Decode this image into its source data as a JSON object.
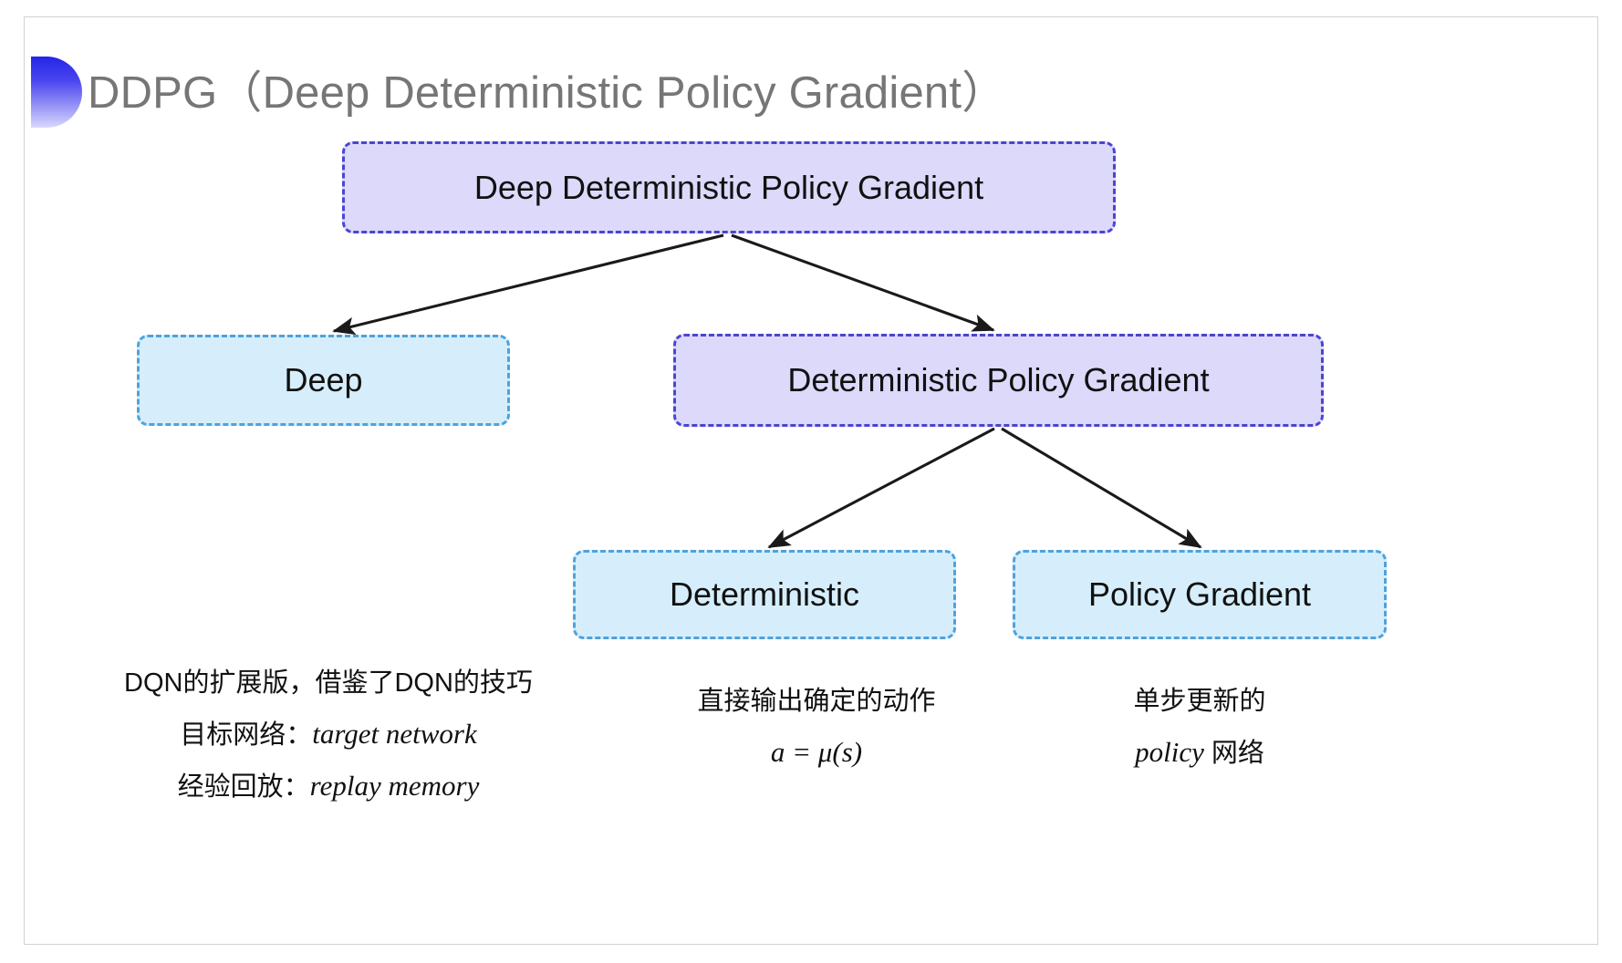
{
  "slide": {
    "title": "DDPG（Deep Deterministic Policy Gradient）",
    "background_color": "#ffffff",
    "frame_color": "#d2d2d2",
    "title_color": "#767676",
    "decoration": {
      "name": "blue-gradient-semicircle",
      "color_start": "#2424e8",
      "color_end": "#d9d8fc"
    }
  },
  "diagram": {
    "type": "tree",
    "colors": {
      "purple_fill": "#dcd9fb",
      "purple_border": "#4b45cf",
      "cyan_fill": "#d6eefb",
      "cyan_border": "#4fa2db",
      "arrow": "#1a1a1a",
      "text": "#111111"
    },
    "nodes": {
      "root": "Deep Deterministic Policy Gradient",
      "deep": "Deep",
      "dpg": "Deterministic Policy Gradient",
      "deterministic": "Deterministic",
      "policy_gradient": "Policy Gradient"
    },
    "edges": [
      {
        "from": "root",
        "to": "deep"
      },
      {
        "from": "root",
        "to": "dpg"
      },
      {
        "from": "dpg",
        "to": "deterministic"
      },
      {
        "from": "dpg",
        "to": "policy_gradient"
      }
    ]
  },
  "annotations": {
    "deep": {
      "line1": "DQN的扩展版，借鉴了DQN的技巧",
      "line2_cn": "目标网络：",
      "line2_en": "target network",
      "line3_cn": "经验回放：",
      "line3_en": "replay memory"
    },
    "deterministic": {
      "line1": "直接输出确定的动作",
      "line2": "a = μ(s)"
    },
    "policy_gradient": {
      "line1": "单步更新的",
      "line2_en": "policy",
      "line2_cn": " 网络"
    }
  }
}
